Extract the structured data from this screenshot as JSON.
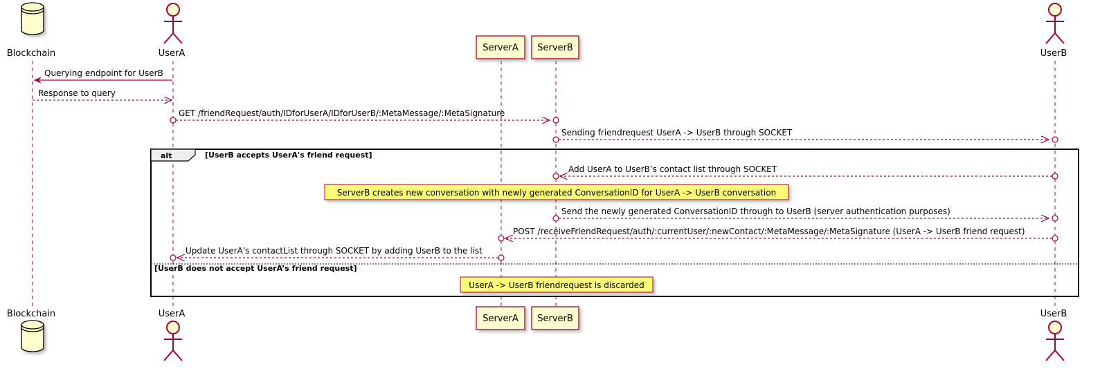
{
  "participants": {
    "blockchain": "Blockchain",
    "userA": "UserA",
    "serverA": "ServerA",
    "serverB": "ServerB",
    "userB": "UserB"
  },
  "messages": [
    "Querying endpoint for UserB",
    "Response to query",
    "GET /friendRequest/auth/IDforUserA/IDforUserB/:MetaMessage/:MetaSignature",
    "Sending friendrequest UserA -> UserB through SOCKET",
    "Add UserA to UserB’s contact list through SOCKET",
    "Send the newly generated ConversationID through to UserB (server authentication purposes)",
    "POST /receiveFriendRequest/auth/:currentUser/:newContact/:MetaMessage/:MetaSignature (UserA -> UserB friend request)",
    "Update UserA's contactList through SOCKET by adding UserB to the list"
  ],
  "frame": {
    "keyword": "alt",
    "guard1": "[UserB accepts UserA's friend request]",
    "guard2": "[UserB does not accept UserA’s friend request]"
  },
  "notes": [
    "ServerB creates new conversation with newly generated ConversationID for UserA -> UserB conversation",
    "UserA -> UserB friendrequest is discarded"
  ],
  "colors": {
    "line": "#A80036",
    "participant_fill": "#FEFECE",
    "note_fill": "#FBFB77"
  }
}
